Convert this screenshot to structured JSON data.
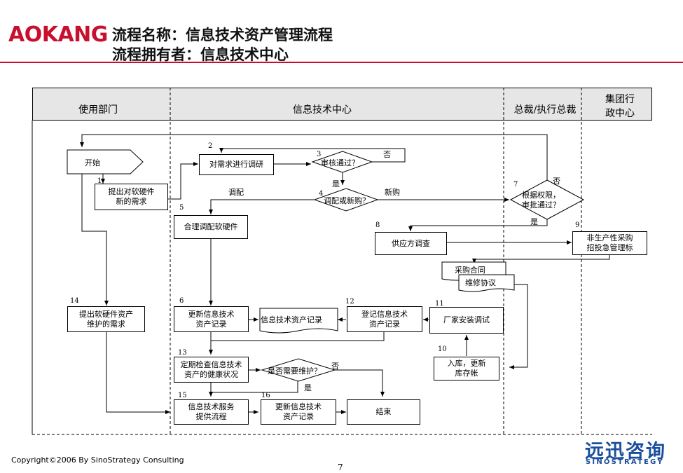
{
  "header": {
    "logo": "AOKANG",
    "title_line1": "流程名称：信息技术资产管理流程",
    "title_line2": "流程拥有者：信息技术中心"
  },
  "lanes": {
    "user_dept": "使用部门",
    "it_center": "信息技术中心",
    "president": "总裁/执行总裁",
    "group_admin": "集团行\n政中心"
  },
  "nodes": {
    "start": "开始",
    "n1": "提出对软硬件\n新的需求",
    "n2": "对需求进行调研",
    "n3": "审核通过？",
    "n4": "调配或新购？",
    "n5": "合理调配软硬件",
    "n6": "更新信息技术\n资产记录",
    "n7": "根据权限，\n审批通过？",
    "n8": "供应方调查",
    "n9": "非生产性采购\n招投急管理标",
    "contract1": "采购合同",
    "contract2": "维修协议",
    "n10": "入库，更新\n库存帐",
    "n11": "厂家安装调试",
    "n12": "登记信息技术\n资产记录",
    "it_record": "信息技术资产记录",
    "n13": "定期检查信息技术\n资产的健康状况",
    "need_maint": "是否需要维护？",
    "n14": "提出软硬件资产\n维护的需求",
    "n15": "信息技术服务\n提供流程",
    "n16": "更新信息技术\n资产记录",
    "end": "结束"
  },
  "numbers": [
    "1",
    "2",
    "3",
    "4",
    "5",
    "6",
    "7",
    "8",
    "9",
    "10",
    "11",
    "12",
    "13",
    "14",
    "15",
    "16"
  ],
  "edge_labels": {
    "no": "否",
    "yes": "是",
    "allocate": "调配",
    "new_purchase": "新购"
  },
  "footer": {
    "copyright": "Copyright©2006 By SinoStrategy Consulting",
    "page": "7",
    "brand_cn": "远迅咨询",
    "brand_en": "SINOSTRATEGY"
  },
  "colors": {
    "brand_red": "#c8102e",
    "brand_blue": "#1b4f9c",
    "lane_gray": "#e6e6e6"
  }
}
